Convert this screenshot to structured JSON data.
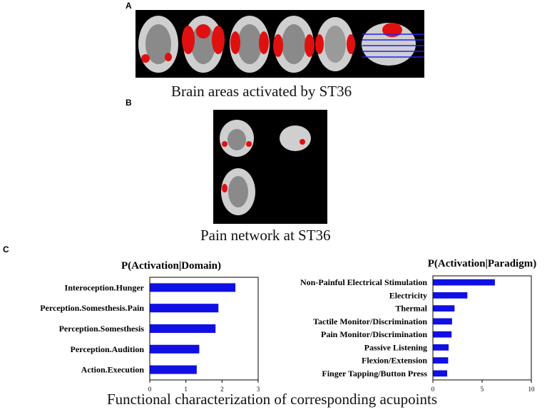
{
  "figure": {
    "panel_a_letter": "A",
    "panel_b_letter": "B",
    "panel_c_letter": "C",
    "caption_a": "Brain areas activated by ST36",
    "caption_b": "Pain network at ST36",
    "caption_c": "Functional characterization of corresponding acupoints"
  },
  "colors": {
    "bar": "#1010e6",
    "activation": "#e01010"
  },
  "chart_data": [
    {
      "type": "bar",
      "orientation": "horizontal",
      "title": "P(Activation|Domain)",
      "categories": [
        "Interoception.Hunger",
        "Perception.Somesthesis.Pain",
        "Perception.Somesthesis",
        "Perception.Audition",
        "Action.Execution"
      ],
      "values": [
        2.37,
        1.9,
        1.82,
        1.37,
        1.3
      ],
      "xlim": [
        0,
        3
      ],
      "xticks": [
        0,
        1,
        2,
        3
      ],
      "xlabel": "",
      "ylabel": ""
    },
    {
      "type": "bar",
      "orientation": "horizontal",
      "title": "P(Activation|Paradigm)",
      "categories": [
        "Non-Painful Electrical Stimulation",
        "Electricity",
        "Thermal",
        "Tactile Monitor/Discrimination",
        "Pain Monitor/Discrimination",
        "Passive Listening",
        "Flexion/Extension",
        "Finger Tapping/Button Press"
      ],
      "values": [
        6.3,
        3.5,
        2.2,
        1.95,
        1.9,
        1.6,
        1.55,
        1.45
      ],
      "xlim": [
        0,
        10
      ],
      "xticks": [
        0,
        5,
        10
      ],
      "xlabel": "",
      "ylabel": ""
    }
  ]
}
